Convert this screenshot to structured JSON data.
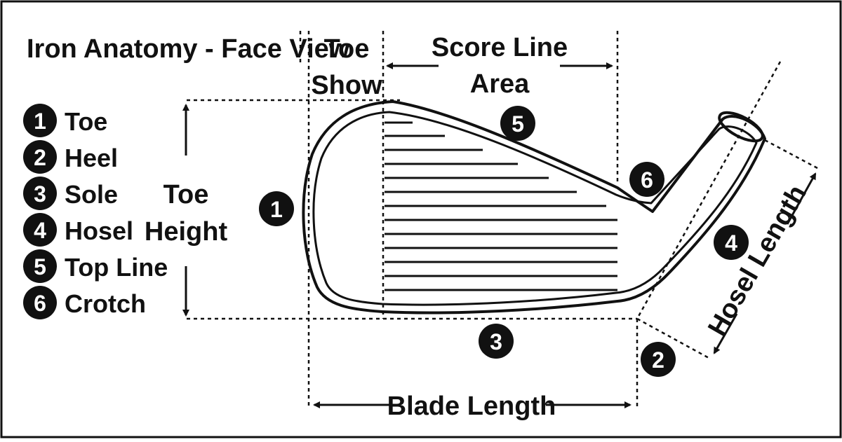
{
  "title": "Iron Anatomy - Face View",
  "legend": [
    {
      "num": "1",
      "label": "Toe"
    },
    {
      "num": "2",
      "label": "Heel"
    },
    {
      "num": "3",
      "label": "Sole"
    },
    {
      "num": "4",
      "label": "Hosel"
    },
    {
      "num": "5",
      "label": "Top Line"
    },
    {
      "num": "6",
      "label": "Crotch"
    }
  ],
  "dimensions": {
    "toe_height": [
      "Toe",
      "Height"
    ],
    "toe_show": [
      "Toe",
      "Show"
    ],
    "score_line_area": [
      "Score Line",
      "Area"
    ],
    "blade_length": "Blade Length",
    "hosel_length": "Hosel Length"
  },
  "callouts": {
    "toe": "1",
    "heel": "2",
    "sole": "3",
    "hosel": "4",
    "top_line": "5",
    "crotch": "6"
  },
  "colors": {
    "ink": "#111111",
    "background": "#ffffff"
  }
}
